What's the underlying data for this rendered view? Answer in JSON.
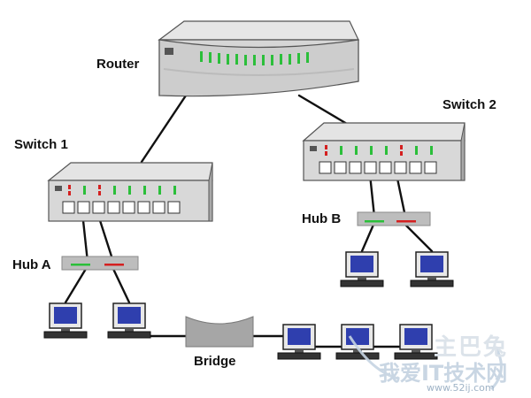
{
  "diagram": {
    "labels": {
      "router": "Router",
      "switch1": "Switch 1",
      "switch2": "Switch 2",
      "hub_a": "Hub A",
      "hub_b": "Hub B",
      "bridge": "Bridge"
    },
    "nodes": [
      {
        "id": "router",
        "type": "router"
      },
      {
        "id": "switch1",
        "type": "switch",
        "ports": 8
      },
      {
        "id": "switch2",
        "type": "switch",
        "ports": 8
      },
      {
        "id": "hub_a",
        "type": "hub"
      },
      {
        "id": "hub_b",
        "type": "hub"
      },
      {
        "id": "bridge",
        "type": "bridge"
      },
      {
        "id": "pc_a1",
        "type": "computer"
      },
      {
        "id": "pc_a2",
        "type": "computer"
      },
      {
        "id": "pc_b1",
        "type": "computer"
      },
      {
        "id": "pc_b2",
        "type": "computer"
      },
      {
        "id": "pc_c1",
        "type": "computer"
      },
      {
        "id": "pc_c2",
        "type": "computer"
      },
      {
        "id": "pc_c3",
        "type": "computer"
      }
    ],
    "edges": [
      [
        "router",
        "switch1"
      ],
      [
        "router",
        "switch2"
      ],
      [
        "switch1",
        "hub_a"
      ],
      [
        "switch2",
        "hub_b"
      ],
      [
        "hub_a",
        "pc_a1"
      ],
      [
        "hub_a",
        "pc_a2"
      ],
      [
        "hub_b",
        "pc_b1"
      ],
      [
        "hub_b",
        "pc_b2"
      ],
      [
        "pc_a2",
        "bridge"
      ],
      [
        "bridge",
        "pc_c1"
      ],
      [
        "pc_c1",
        "pc_c2"
      ],
      [
        "pc_c2",
        "pc_c3"
      ]
    ]
  },
  "watermark": {
    "logo": "主巴兔",
    "site": "我爱IT技术网",
    "url": "www.52ij.com"
  },
  "colors": {
    "device_top": "#e4e4e4",
    "device_front": "#cfcfcf",
    "device_side": "#a9a9a9",
    "led_green": "#2bbf3a",
    "led_red": "#d42020",
    "screen_blue": "#2f3fae",
    "cable": "#111111"
  }
}
